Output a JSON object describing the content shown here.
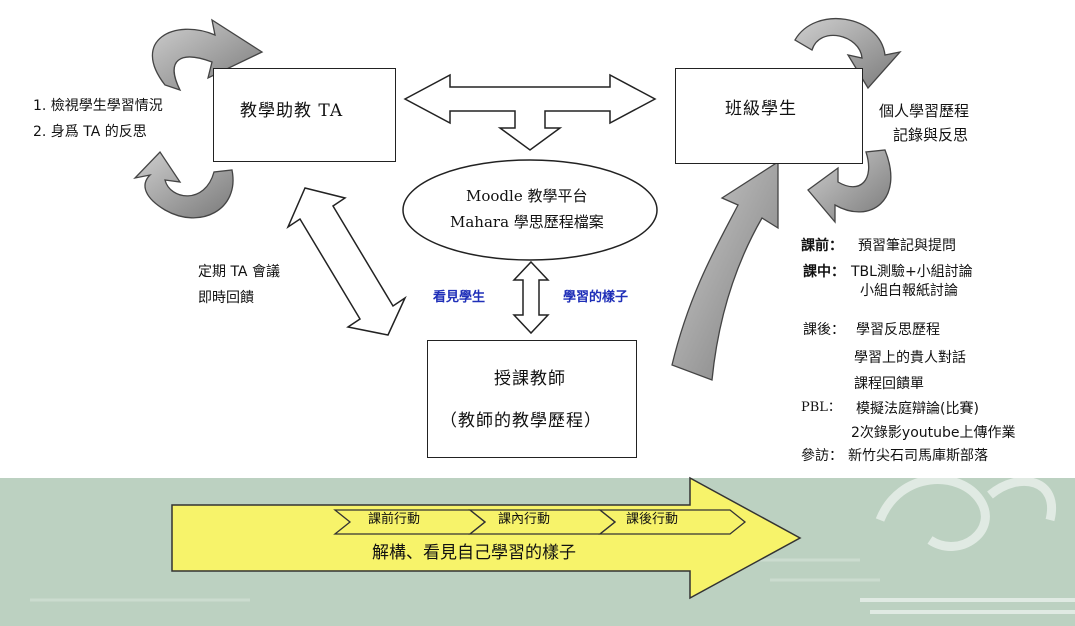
{
  "nodes": {
    "ta": "教學助教 TA",
    "students": "班級學生",
    "platform_line1": "Moodle 教學平台",
    "platform_line2": "Mahara 學思歷程檔案",
    "teacher_line1": "授課教師",
    "teacher_line2": "（教師的教學歷程）"
  },
  "ta_notes": {
    "item1": "1. 檢視學生學習情況",
    "item2": "2. 身爲 TA 的反思"
  },
  "student_notes": {
    "line1": "個人學習歷程",
    "line2": "記錄與反思"
  },
  "meeting": {
    "line1": "定期 TA 會議",
    "line2": "即時回饋"
  },
  "see_learning": {
    "left": "看見學生",
    "right": "學習的樣子"
  },
  "activities": {
    "pre_label": "課前：",
    "pre_text": "預習筆記與提問",
    "in_label": "課中：",
    "in_text1": "TBL測驗+小組討論",
    "in_text2": "小組白報紙討論",
    "post_label": "課後：",
    "post_text1": "學習反思歷程",
    "post_text2": "學習上的貴人對話",
    "post_text3": "課程回饋單",
    "pbl_label": "PBL：",
    "pbl_text1": "模擬法庭辯論(比賽)",
    "pbl_text2": "2次錄影youtube上傳作業",
    "visit_label": "參訪：",
    "visit_text": "新竹尖石司馬庫斯部落"
  },
  "banner": {
    "step1": "課前行動",
    "step2": "課內行動",
    "step3": "課後行動",
    "caption": "解構、看見自己學習的樣子"
  },
  "colors": {
    "band": "#bcd1c1",
    "arrow_yellow": "#f7f36a",
    "arrow_gray": "#9a9a9a",
    "label_blue": "#1f2fb8"
  }
}
